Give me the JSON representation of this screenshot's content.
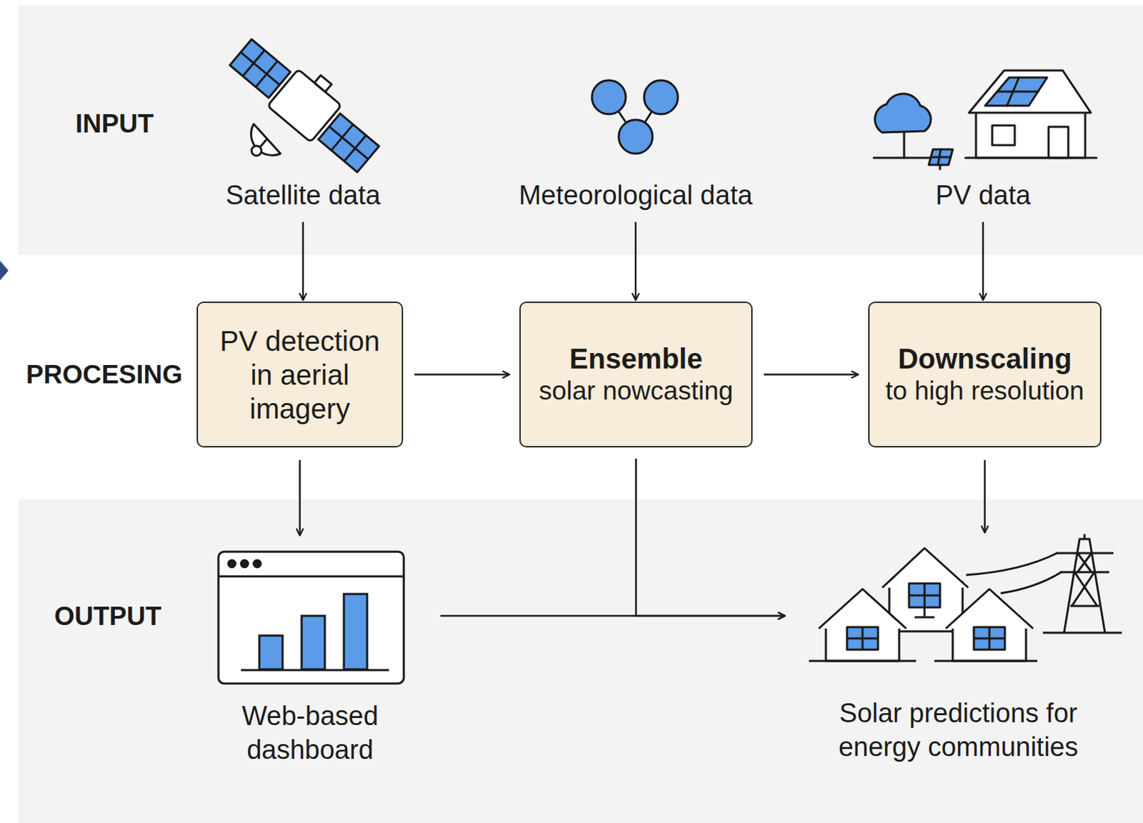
{
  "diagram": {
    "nodes": [
      {
        "text": [
          "Satellite data"
        ]
      },
      {
        "text": [
          "Meteorological data"
        ]
      },
      {
        "text": [
          "PV data"
        ]
      },
      {
        "text": [
          "PV detection in aerial imagery"
        ]
      },
      {
        "text": [
          "Ensemble",
          "solar nowcasting"
        ]
      },
      {
        "text": [
          "Downscaling",
          "to high resolution"
        ]
      },
      {
        "text": [
          "Web-based dashboard"
        ]
      },
      {
        "text": [
          "Solar predictions for energy communities"
        ]
      }
    ],
    "edges": [
      {
        "from": 0,
        "to": 3,
        "arrow": "to"
      },
      {
        "from": 1,
        "to": 4,
        "arrow": "to"
      },
      {
        "from": 2,
        "to": 5,
        "arrow": "to"
      },
      {
        "from": 3,
        "to": 4,
        "arrow": "to"
      },
      {
        "from": 4,
        "to": 5,
        "arrow": "to"
      },
      {
        "from": 3,
        "to": 6,
        "arrow": "to"
      },
      {
        "from": 5,
        "to": 7,
        "arrow": "to"
      },
      {
        "from": 6,
        "to": 7,
        "arrow": "to"
      },
      {
        "from": 4,
        "to": 7,
        "arrow": "to"
      }
    ],
    "labels": [
      "INPUT",
      "PROCESING",
      "OUTPUT"
    ]
  }
}
